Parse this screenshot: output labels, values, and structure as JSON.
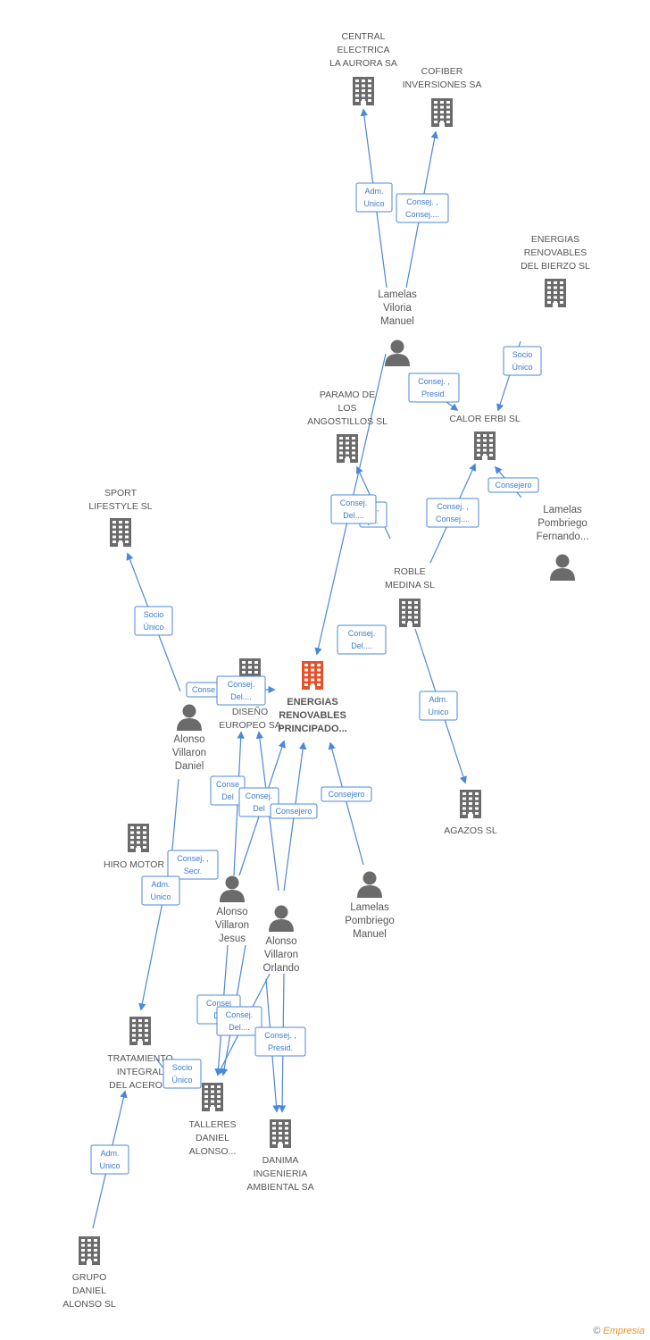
{
  "nodes": {
    "central_electrica": {
      "type": "company",
      "lines": [
        "CENTRAL",
        "ELECTRICA",
        "LA AURORA SA"
      ]
    },
    "cofiber": {
      "type": "company",
      "lines": [
        "COFIBER",
        "INVERSIONES SA"
      ]
    },
    "energias_bierzo": {
      "type": "company",
      "lines": [
        "ENERGIAS",
        "RENOVABLES",
        "DEL BIERZO SL"
      ]
    },
    "lamelas_viloria": {
      "type": "person",
      "lines": [
        "Lamelas",
        "Viloria",
        "Manuel"
      ]
    },
    "paramo": {
      "type": "company",
      "lines": [
        "PARAMO DE",
        "LOS",
        "ANGOSTILLOS SL"
      ]
    },
    "calor_erbi": {
      "type": "company",
      "lines": [
        "CALOR ERBI  SL"
      ]
    },
    "lamelas_pombriego_fernando": {
      "type": "person",
      "lines": [
        "Lamelas",
        "Pombriego",
        "Fernando..."
      ]
    },
    "sport_lifestyle": {
      "type": "company",
      "lines": [
        "SPORT",
        "LIFESTYLE SL"
      ]
    },
    "roble_medina": {
      "type": "company",
      "lines": [
        "ROBLE",
        "MEDINA SL"
      ]
    },
    "diseno_europeo": {
      "type": "company",
      "lines": [
        "Y",
        "DISEÑO",
        "EUROPEO SA"
      ]
    },
    "energias_principado": {
      "type": "main",
      "lines": [
        "ENERGIAS",
        "RENOVABLES",
        "PRINCIPADO..."
      ]
    },
    "alonso_daniel": {
      "type": "person",
      "lines": [
        "Alonso",
        "Villaron",
        "Daniel"
      ]
    },
    "agazos": {
      "type": "company",
      "lines": [
        "AGAZOS SL"
      ]
    },
    "hiro_motor": {
      "type": "company",
      "lines": [
        "HIRO MOTOR S"
      ]
    },
    "alonso_jesus": {
      "type": "person",
      "lines": [
        "Alonso",
        "Villaron",
        "Jesus"
      ]
    },
    "alonso_orlando": {
      "type": "person",
      "lines": [
        "Alonso",
        "Villaron",
        "Orlando"
      ]
    },
    "lamelas_pombriego_manuel": {
      "type": "person",
      "lines": [
        "Lamelas",
        "Pombriego",
        "Manuel"
      ]
    },
    "tratamiento_integral": {
      "type": "company",
      "lines": [
        "TRATAMIENTO",
        "INTEGRAL",
        "DEL ACERO S"
      ]
    },
    "talleres_daniel": {
      "type": "company",
      "lines": [
        "TALLERES",
        "DANIEL",
        "ALONSO..."
      ]
    },
    "danima": {
      "type": "company",
      "lines": [
        "DANIMA",
        "INGENIERIA",
        "AMBIENTAL SA"
      ]
    },
    "grupo_daniel": {
      "type": "company",
      "lines": [
        "GRUPO",
        "DANIEL",
        "ALONSO SL"
      ]
    }
  },
  "relations": [
    {
      "lines": [
        "Adm.",
        "Unico"
      ]
    },
    {
      "lines": [
        "Consej. ,",
        "Consej...."
      ]
    },
    {
      "lines": [
        "Socio",
        "Único"
      ]
    },
    {
      "lines": [
        "Consej. ,",
        "Presid."
      ]
    },
    {
      "lines": [
        "Consejero"
      ]
    },
    {
      "lines": [
        "d. ,",
        "j...."
      ]
    },
    {
      "lines": [
        "Consej.",
        "Del...."
      ]
    },
    {
      "lines": [
        "Consej. ,",
        "Consej...."
      ]
    },
    {
      "lines": [
        "Socio",
        "Único"
      ]
    },
    {
      "lines": [
        "Consej.",
        "Del...."
      ]
    },
    {
      "lines": [
        "Adm.",
        "Unico"
      ]
    },
    {
      "lines": [
        "Conse"
      ]
    },
    {
      "lines": [
        "Consej.",
        "Del...."
      ]
    },
    {
      "lines": [
        "Conse",
        "Del"
      ]
    },
    {
      "lines": [
        "Consej.",
        "Del"
      ]
    },
    {
      "lines": [
        "Consejero"
      ]
    },
    {
      "lines": [
        "Consejero"
      ]
    },
    {
      "lines": [
        "Consej. ,",
        "Secr."
      ]
    },
    {
      "lines": [
        "Adm.",
        "Unico"
      ]
    },
    {
      "lines": [
        "Consej",
        "De"
      ]
    },
    {
      "lines": [
        "Consej.",
        "Del...."
      ]
    },
    {
      "lines": [
        "Consej. ,",
        "Presid."
      ]
    },
    {
      "lines": [
        "Socio",
        "Único"
      ]
    },
    {
      "lines": [
        "Adm.",
        "Unico"
      ]
    }
  ],
  "footer": {
    "copyright": "©",
    "brand": "Empresia"
  },
  "colors": {
    "edge": "#4a88d8",
    "icon": "#6b6b6b",
    "main_icon": "#e8502a"
  }
}
